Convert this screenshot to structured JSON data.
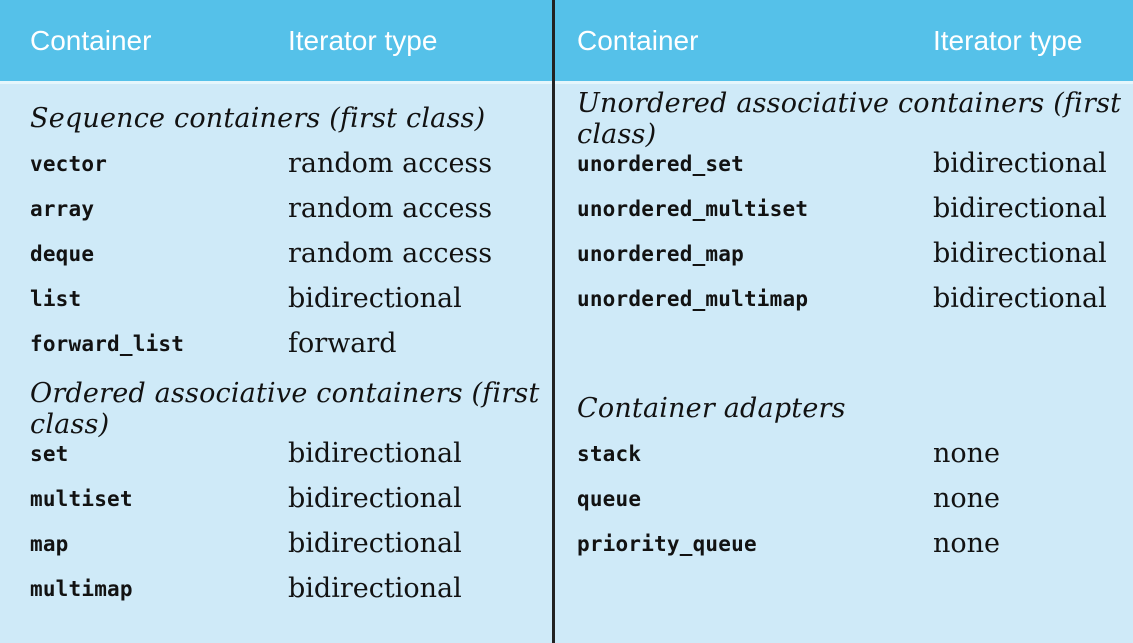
{
  "colors": {
    "header_bg": "#55c1e9",
    "body_bg": "#cfeaf8",
    "header_text": "#ffffff",
    "divider": "#222222"
  },
  "panels": [
    {
      "header": {
        "container": "Container",
        "iterator": "Iterator type"
      },
      "sections": [
        {
          "title": "Sequence containers (first class)",
          "rows": [
            {
              "name": "vector",
              "type": "random access"
            },
            {
              "name": "array",
              "type": "random access"
            },
            {
              "name": "deque",
              "type": "random access"
            },
            {
              "name": "list",
              "type": "bidirectional"
            },
            {
              "name": "forward_list",
              "type": "forward"
            }
          ]
        },
        {
          "title": "Ordered associative containers (first class)",
          "rows": [
            {
              "name": "set",
              "type": "bidirectional"
            },
            {
              "name": "multiset",
              "type": "bidirectional"
            },
            {
              "name": "map",
              "type": "bidirectional"
            },
            {
              "name": "multimap",
              "type": "bidirectional"
            }
          ]
        }
      ]
    },
    {
      "header": {
        "container": "Container",
        "iterator": "Iterator type"
      },
      "sections": [
        {
          "title": "Unordered associative containers (first class)",
          "rows": [
            {
              "name": "unordered_set",
              "type": "bidirectional"
            },
            {
              "name": "unordered_multiset",
              "type": "bidirectional"
            },
            {
              "name": "unordered_map",
              "type": "bidirectional"
            },
            {
              "name": "unordered_multimap",
              "type": "bidirectional"
            }
          ]
        },
        {
          "title": "Container adapters",
          "rows": [
            {
              "name": "stack",
              "type": "none"
            },
            {
              "name": "queue",
              "type": "none"
            },
            {
              "name": "priority_queue",
              "type": "none"
            }
          ]
        }
      ]
    }
  ]
}
